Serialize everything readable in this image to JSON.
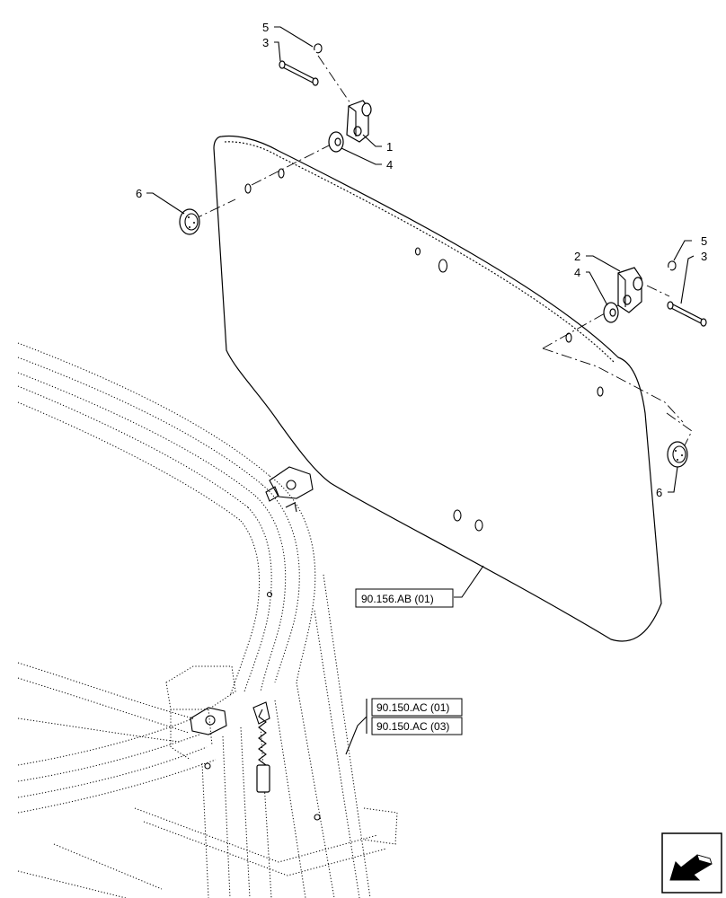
{
  "callouts": {
    "c1": "1",
    "c2": "2",
    "c3_top": "3",
    "c3_right": "3",
    "c4_top": "4",
    "c4_right": "4",
    "c5_top": "5",
    "c5_right": "5",
    "c6_left": "6",
    "c6_right": "6"
  },
  "references": {
    "panel_ref": "90.156.AB (01)",
    "frame_ref_1": "90.150.AC (01)",
    "frame_ref_2": "90.150.AC (03)"
  },
  "icons": {
    "nav": "back-arrow-icon"
  }
}
